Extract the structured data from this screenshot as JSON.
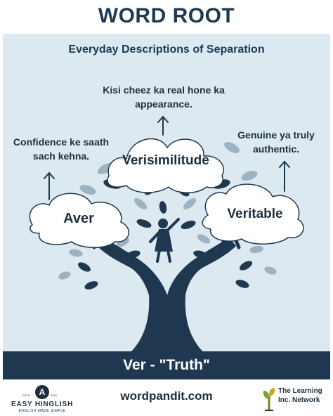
{
  "header": {
    "title": "WORD ROOT"
  },
  "subtitle": "Everyday Descriptions of Separation",
  "descriptions": {
    "top": "Kisi cheez ka real hone ka appearance.",
    "left": "Confidence ke saath sach kehna.",
    "right": "Genuine ya truly authentic."
  },
  "clouds": {
    "aver": "Aver",
    "verisimilitude": "Verisimilitude",
    "veritable": "Veritable"
  },
  "root": {
    "label": "Ver - \"Truth\""
  },
  "footer": {
    "site": "wordpandit.com",
    "left_logo": {
      "mark": "A",
      "estd": "ESTD",
      "year": "2024",
      "brand": "EASY HINGLISH",
      "tagline": "ENGLISH MADE SIMPLE"
    },
    "right_logo": {
      "line1": "The Learning",
      "line2": "Inc. Network"
    }
  },
  "colors": {
    "navy": "#1d3a52",
    "panel": "#dde9f1",
    "leaf_dark": "#1f3850",
    "leaf_light": "#9fb2c2",
    "cloud": "#ffffff"
  },
  "icons": [
    "arrow-up-icon",
    "tree-icon",
    "hands-icon",
    "child-icon",
    "cloud-icon"
  ]
}
